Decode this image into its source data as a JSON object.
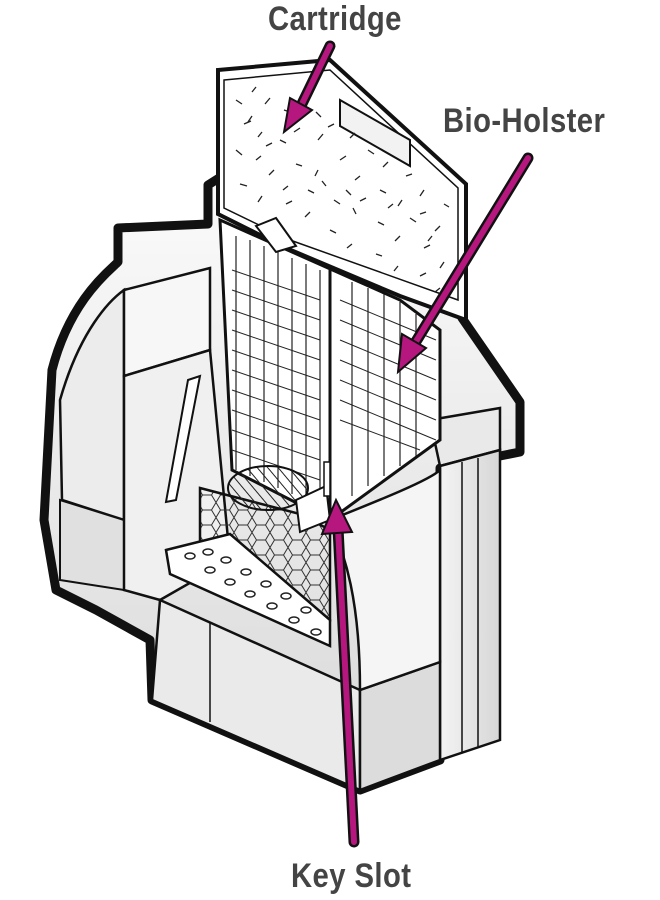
{
  "labels": {
    "cartridge": "Cartridge",
    "bio_holster": "Bio-Holster",
    "key_slot": "Key Slot"
  },
  "colors": {
    "arrow": "#b5177f",
    "outline": "#111111",
    "label_text": "#444444",
    "shading": "#d9d9d9"
  }
}
